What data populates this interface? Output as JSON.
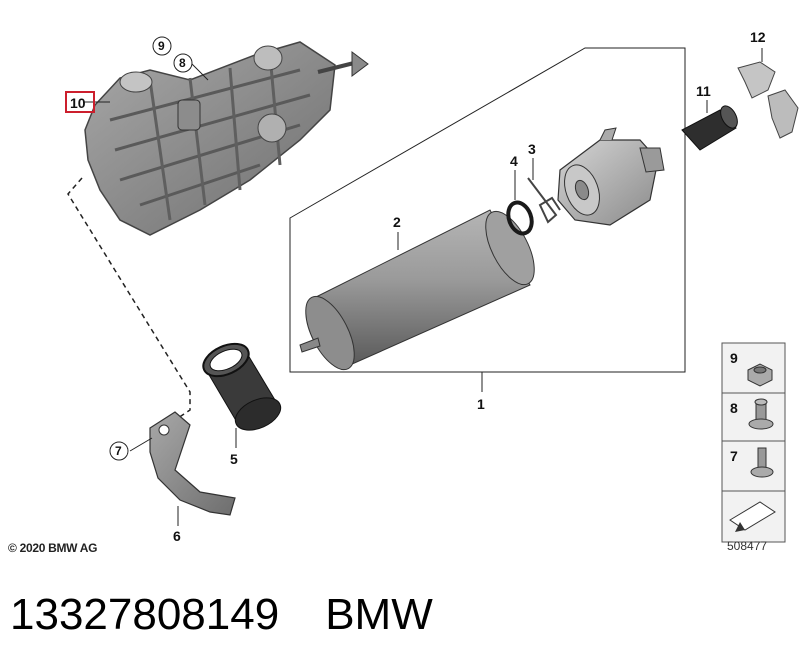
{
  "callouts": {
    "c1": "1",
    "c2": "2",
    "c3": "3",
    "c4": "4",
    "c5": "5",
    "c6": "6",
    "c7": "7",
    "c8": "8",
    "c9": "9",
    "c10": "10",
    "c11": "11",
    "c12": "12"
  },
  "legend": {
    "l9": "9",
    "l8": "8",
    "l7": "7"
  },
  "copyright": "© 2020 BMW AG",
  "ref_number": "508477",
  "footer": {
    "part_number": "13327808149",
    "brand": "BMW"
  },
  "highlight_color": "#cc1f2d"
}
